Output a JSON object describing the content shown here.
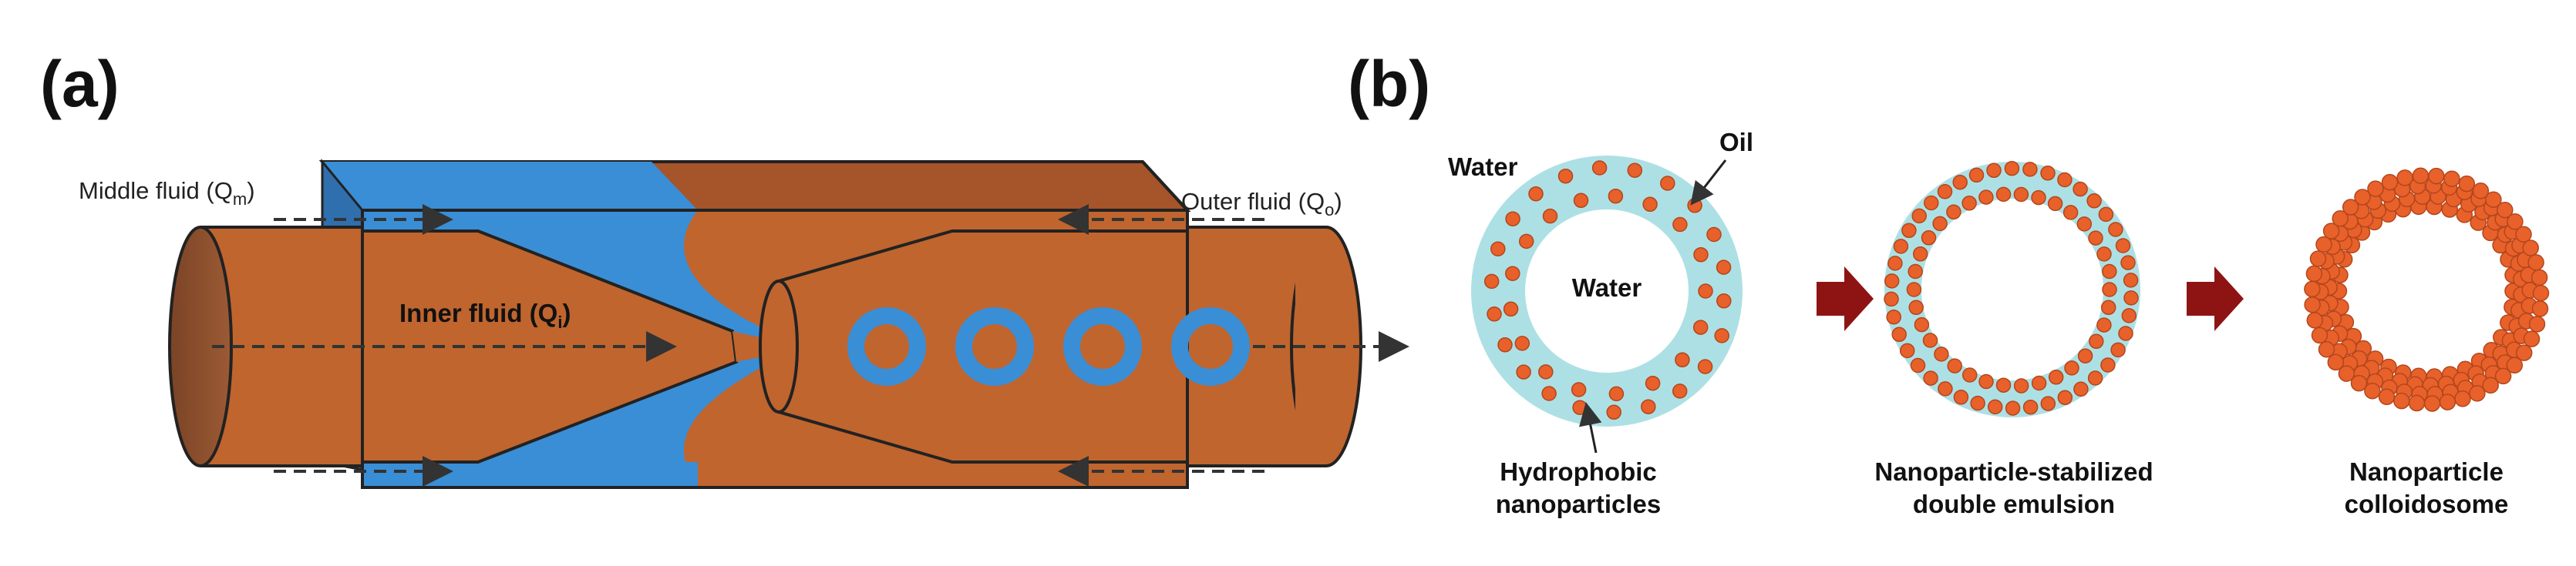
{
  "panel_a": {
    "label": "(a)",
    "middle_fluid": "Middle fluid (Q",
    "middle_sub": "m",
    "outer_fluid": "Outer fluid (Q",
    "outer_sub": "o",
    "inner_fluid": "Inner fluid (Q",
    "inner_sub": "i",
    "close_paren": ")"
  },
  "panel_b": {
    "label": "(b)",
    "water_outer": "Water",
    "oil": "Oil",
    "water_inner": "Water",
    "hydrophobic_1": "Hydrophobic",
    "hydrophobic_2": "nanoparticles",
    "stage2_1": "Nanoparticle-stabilized",
    "stage2_2": "double emulsion",
    "stage3_1": "Nanoparticle",
    "stage3_2": "colloidosome"
  },
  "colors": {
    "brown": "#C0652E",
    "blue": "#3A8ED6",
    "cyan": "#ADE0E4",
    "particle": "#E8612A",
    "arrow": "#8E1414"
  }
}
